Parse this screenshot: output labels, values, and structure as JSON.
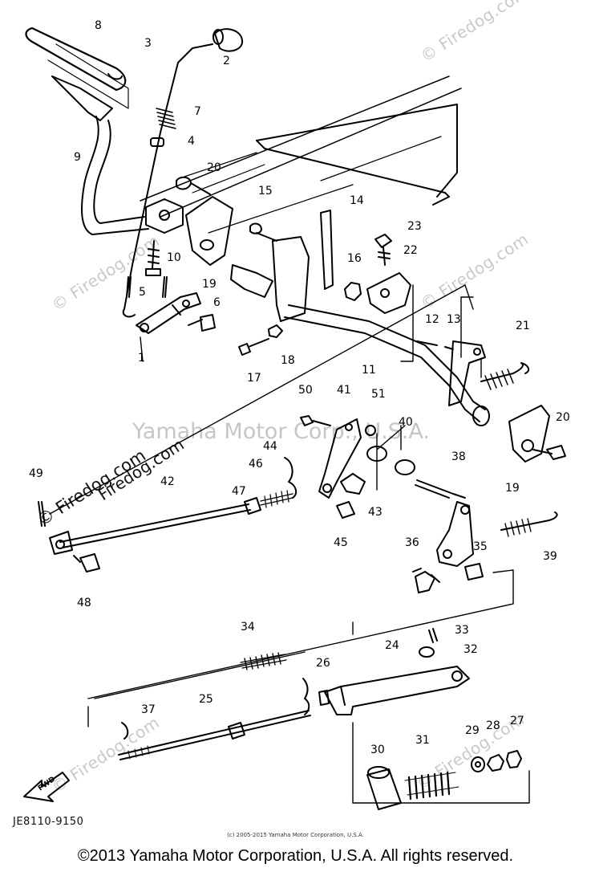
{
  "watermarks": {
    "corner": "© Firedog.com",
    "center": "Yamaha Motor Corp., U.S.A.",
    "inline_a": "Firedog.com",
    "inline_b": "© Firedog.com"
  },
  "callouts": [
    {
      "n": "8"
    },
    {
      "n": "3"
    },
    {
      "n": "2"
    },
    {
      "n": "7"
    },
    {
      "n": "4"
    },
    {
      "n": "9"
    },
    {
      "n": "20"
    },
    {
      "n": "15"
    },
    {
      "n": "14"
    },
    {
      "n": "23"
    },
    {
      "n": "16"
    },
    {
      "n": "22"
    },
    {
      "n": "10"
    },
    {
      "n": "19"
    },
    {
      "n": "5"
    },
    {
      "n": "6"
    },
    {
      "n": "1"
    },
    {
      "n": "12"
    },
    {
      "n": "13"
    },
    {
      "n": "21"
    },
    {
      "n": "17"
    },
    {
      "n": "18"
    },
    {
      "n": "11"
    },
    {
      "n": "50"
    },
    {
      "n": "41"
    },
    {
      "n": "51"
    },
    {
      "n": "40"
    },
    {
      "n": "20"
    },
    {
      "n": "19"
    },
    {
      "n": "44"
    },
    {
      "n": "38"
    },
    {
      "n": "49"
    },
    {
      "n": "42"
    },
    {
      "n": "47"
    },
    {
      "n": "46"
    },
    {
      "n": "43"
    },
    {
      "n": "45"
    },
    {
      "n": "39"
    },
    {
      "n": "36"
    },
    {
      "n": "35"
    },
    {
      "n": "48"
    },
    {
      "n": "34"
    },
    {
      "n": "33"
    },
    {
      "n": "32"
    },
    {
      "n": "26"
    },
    {
      "n": "24"
    },
    {
      "n": "37"
    },
    {
      "n": "25"
    },
    {
      "n": "29"
    },
    {
      "n": "28"
    },
    {
      "n": "27"
    },
    {
      "n": "30"
    },
    {
      "n": "31"
    }
  ],
  "fwd_label": "FWD",
  "drawing_code": "JE8110-9150",
  "small_copyright": "(c) 2005-2015 Yamaha Motor Corporation, U.S.A.",
  "copyright": "©2013 Yamaha Motor Corporation, U.S.A. All rights reserved."
}
